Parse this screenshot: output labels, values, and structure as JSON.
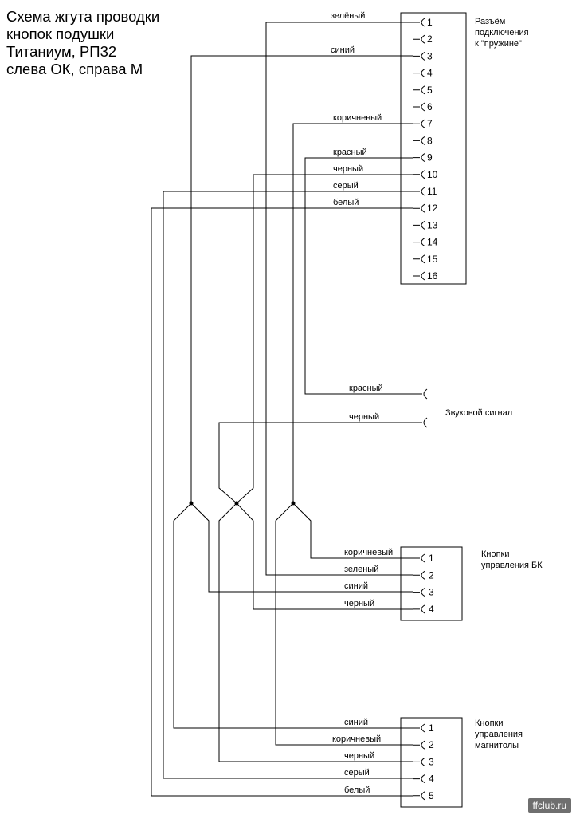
{
  "title": {
    "lines": [
      "Схема жгута проводки",
      "кнопок подушки",
      "Титаниум, РП32",
      "слева ОК, справа М"
    ]
  },
  "connector": {
    "title_lines": [
      "Разъём",
      "подключения",
      "к \"пружине\""
    ],
    "pins": [
      "1",
      "2",
      "3",
      "4",
      "5",
      "6",
      "7",
      "8",
      "9",
      "10",
      "11",
      "12",
      "13",
      "14",
      "15",
      "16"
    ]
  },
  "horn": {
    "title": "Звуковой сигнал",
    "wires": [
      "красный",
      "черный"
    ]
  },
  "bk": {
    "title_lines": [
      "Кнопки",
      "управления БК"
    ],
    "pins": [
      "1",
      "2",
      "3",
      "4"
    ],
    "wires": [
      "коричневый",
      "зеленый",
      "синий",
      "черный"
    ]
  },
  "radio": {
    "title_lines": [
      "Кнопки",
      "управления",
      "магнитолы"
    ],
    "pins": [
      "1",
      "2",
      "3",
      "4",
      "5"
    ],
    "wires": [
      "синий",
      "коричневый",
      "черный",
      "серый",
      "белый"
    ]
  },
  "connector_wires": {
    "1": "зелёный",
    "3": "синий",
    "7": "коричневый",
    "9": "красный",
    "10": "черный",
    "11": "серый",
    "12": "белый"
  },
  "watermark": "ffclub.ru",
  "colors": {
    "line": "#000000",
    "watermark_bg": "#6f6f6f"
  }
}
